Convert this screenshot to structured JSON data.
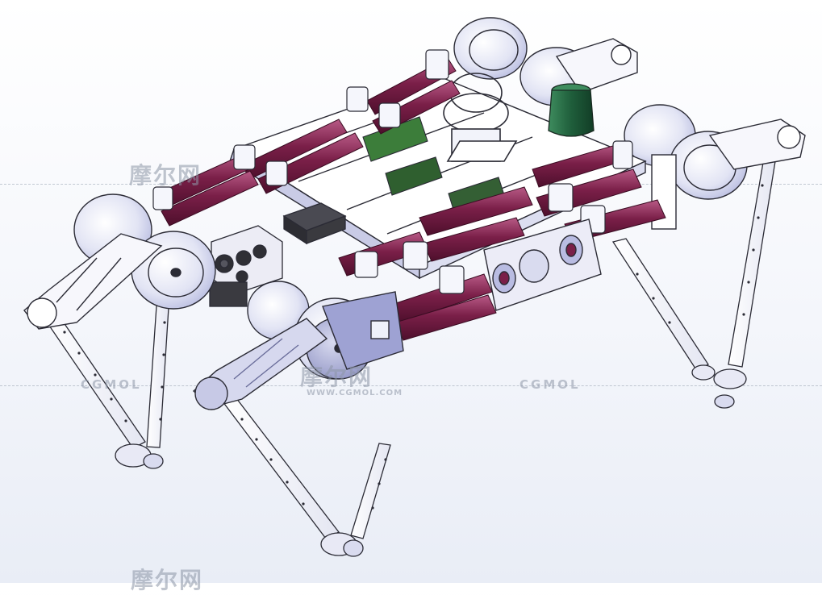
{
  "watermarks": {
    "brand_cn": "摩尔网",
    "brand_en": "CGMOL",
    "url": "WWW.CGMOL.COM"
  },
  "colors": {
    "background": "#f4f6fb",
    "tube": "#7a1f48",
    "tube_highlight": "#b85a86",
    "frame": "#ffffff",
    "outline": "#2b2b35",
    "shade": "#b9bce2",
    "sensor": "#1f5e3b",
    "board": "#3c7d3a",
    "battery": "#3a3a3f"
  },
  "icons": [
    "cgmol-watermark",
    "robot-model"
  ]
}
